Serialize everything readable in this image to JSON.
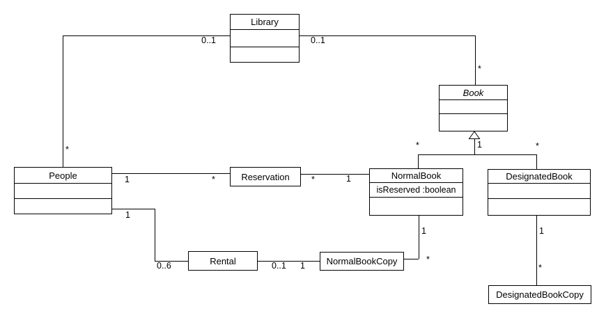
{
  "diagram": {
    "kind": "uml-class-diagram",
    "colors": {
      "background": "#ffffff",
      "line": "#000000",
      "box_fill": "#ffffff"
    }
  },
  "classes": {
    "library": {
      "name": "Library"
    },
    "book": {
      "name": "Book",
      "abstract": true
    },
    "people": {
      "name": "People"
    },
    "reservation": {
      "name": "Reservation"
    },
    "normalbook": {
      "name": "NormalBook",
      "attribute": "isReserved :boolean"
    },
    "designatedbook": {
      "name": "DesignatedBook"
    },
    "rental": {
      "name": "Rental"
    },
    "normalbookcopy": {
      "name": "NormalBookCopy"
    },
    "designatedbookcopy": {
      "name": "DesignatedBookCopy"
    }
  },
  "associations": {
    "library_people": {
      "library_end": "0..1",
      "people_end": "*"
    },
    "library_book": {
      "library_end": "0..1",
      "book_end": "*"
    },
    "book_generalization": {
      "normalbook_end": "*",
      "book_end": "1",
      "designatedbook_end": "*"
    },
    "people_reservation": {
      "people_end": "1",
      "reservation_end": "*"
    },
    "reservation_normalbook": {
      "reservation_end": "*",
      "normalbook_end": "1"
    },
    "people_rental": {
      "people_end": "1",
      "rental_end": "0..6"
    },
    "rental_normalbookcopy": {
      "rental_end": "0..1",
      "normalbookcopy_end": "1"
    },
    "normalbook_normalbookcopy": {
      "normalbook_end": "1",
      "normalbookcopy_end": "*"
    },
    "designatedbook_designatedbookcopy": {
      "designatedbook_end": "1",
      "designatedbookcopy_end": "*"
    }
  }
}
